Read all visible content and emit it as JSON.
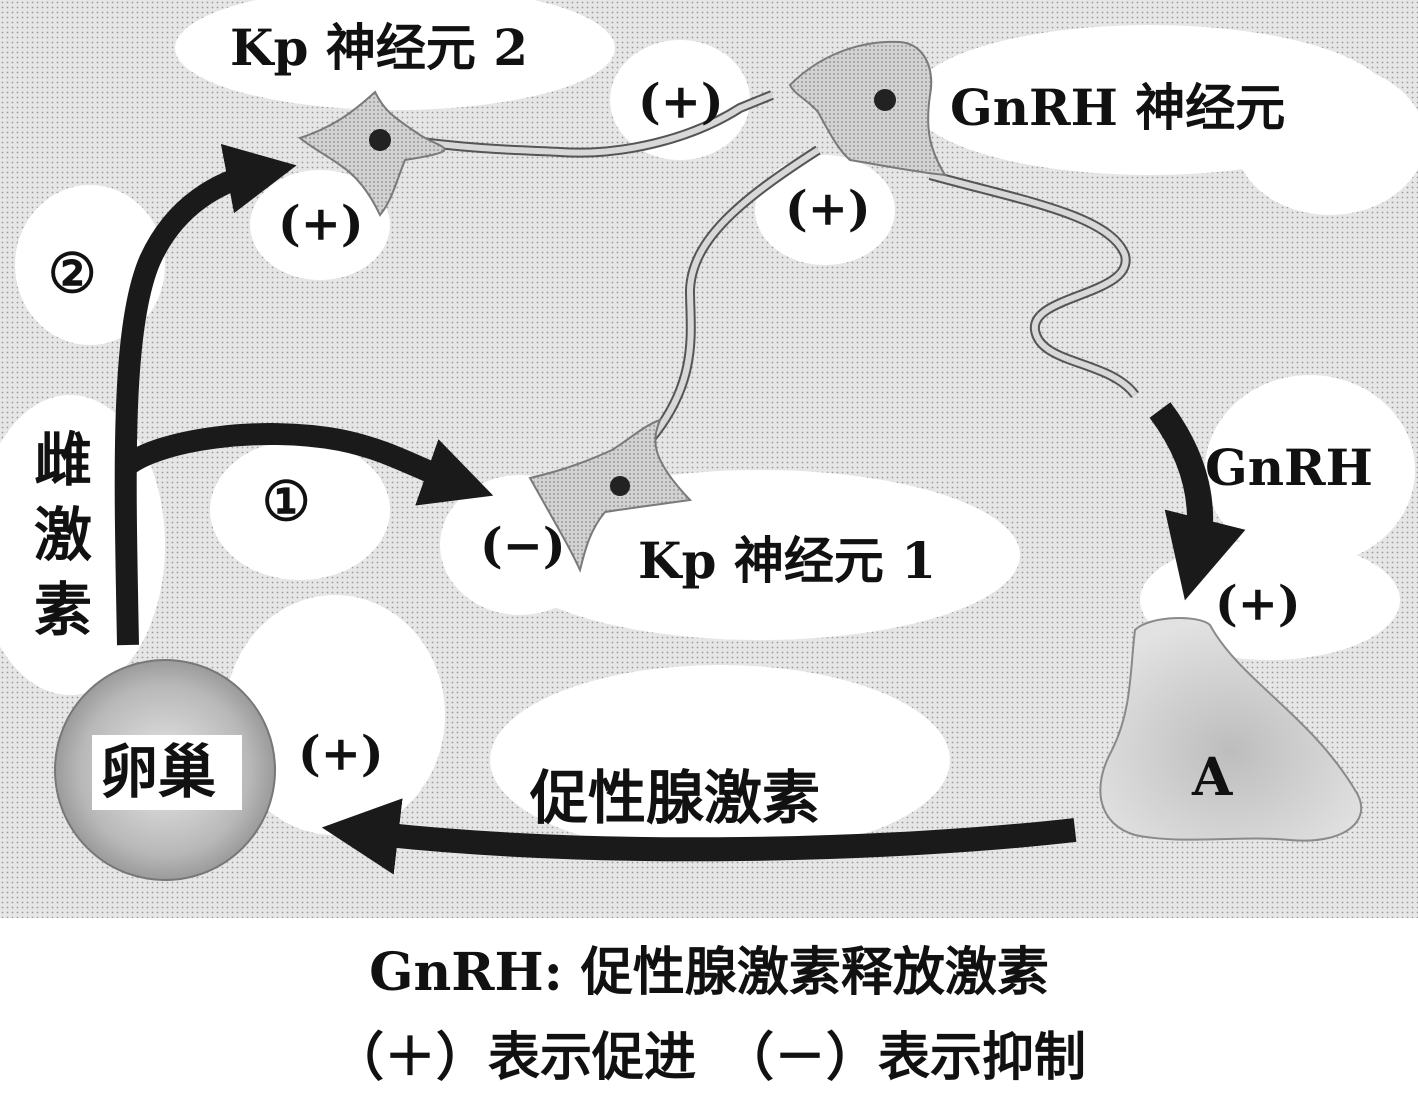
{
  "labels": {
    "kp_neuron_2": "Kp 神经元 2",
    "kp_neuron_1": "Kp 神经元 1",
    "gnrh_neuron": "GnRH 神经元",
    "gnrh_arrow": "GnRH",
    "estrogen_chars": [
      "雌",
      "激",
      "素"
    ],
    "pathway_1": "①",
    "pathway_2": "②",
    "ovary": "卵巢",
    "gland_a": "A",
    "gonadotropin": "促性腺激素"
  },
  "signs": {
    "kp2_promote": "(+)",
    "kp2_to_gnrh": "(+)",
    "kp1_to_gnrh": "(+)",
    "kp1_inhibit": "(−)",
    "gnrh_to_a": "(+)",
    "ovary_promote": "(+)"
  },
  "caption": {
    "line1": "GnRH: 促性腺激素释放激素",
    "line2": "（＋）表示促进　（－）表示抑制"
  }
}
